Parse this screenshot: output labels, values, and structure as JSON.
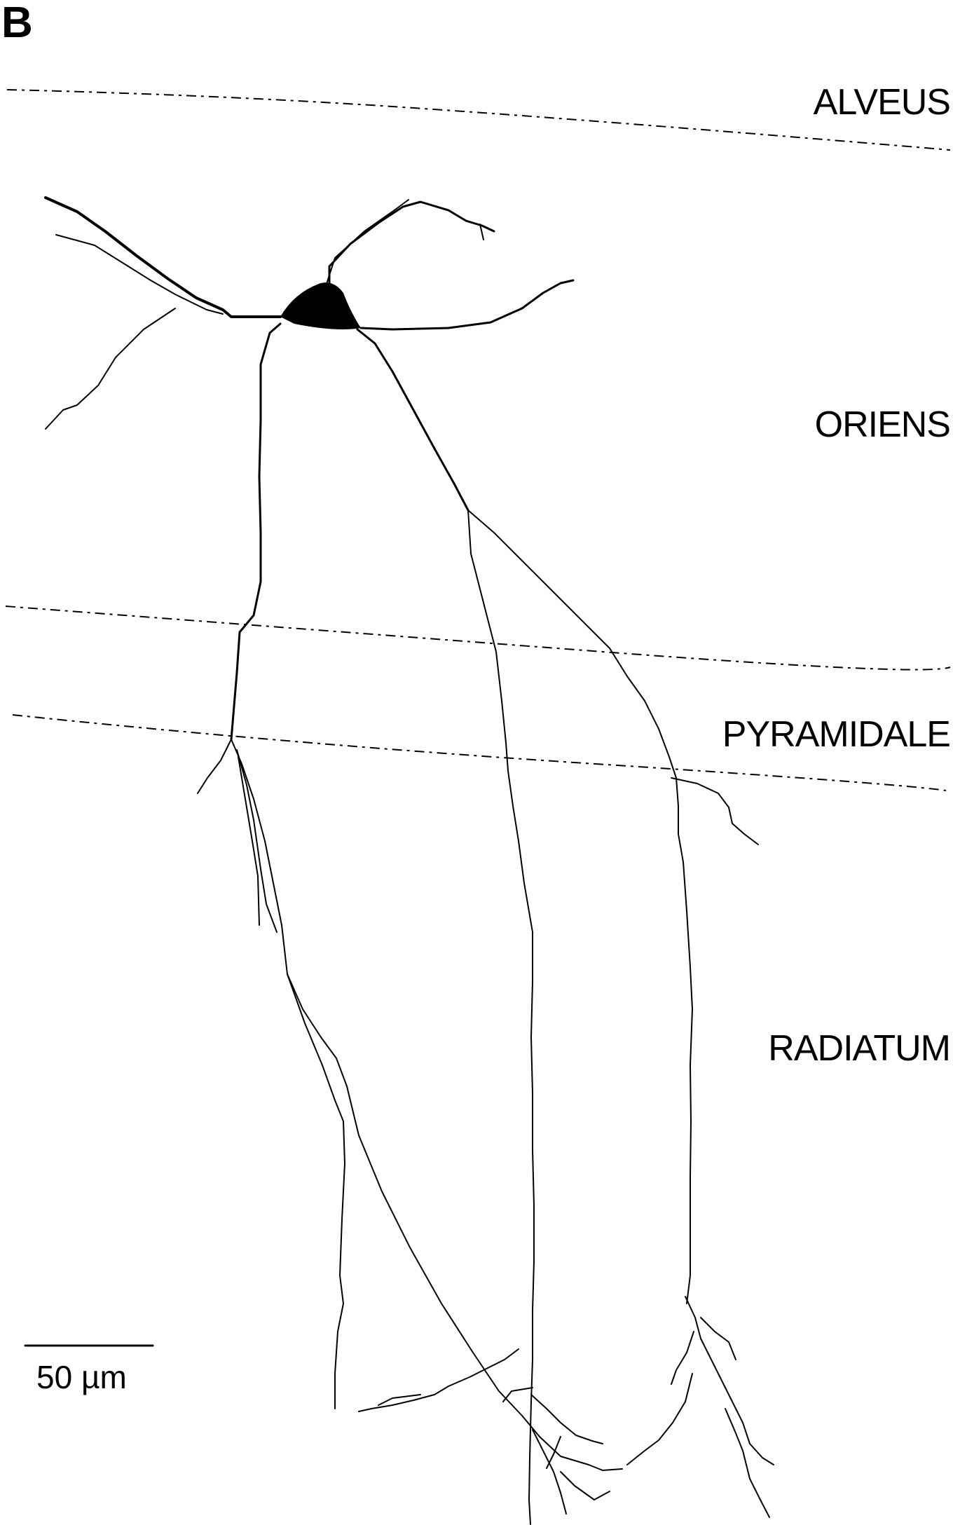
{
  "panel_label": "B",
  "layers": {
    "alveus": "ALVEUS",
    "oriens": "ORIENS",
    "pyramidale": "PYRAMIDALE",
    "radiatum": "RADIATUM"
  },
  "scale_bar": {
    "label": "50 µm"
  },
  "colors": {
    "ink": "#000000",
    "background": "#ffffff"
  }
}
